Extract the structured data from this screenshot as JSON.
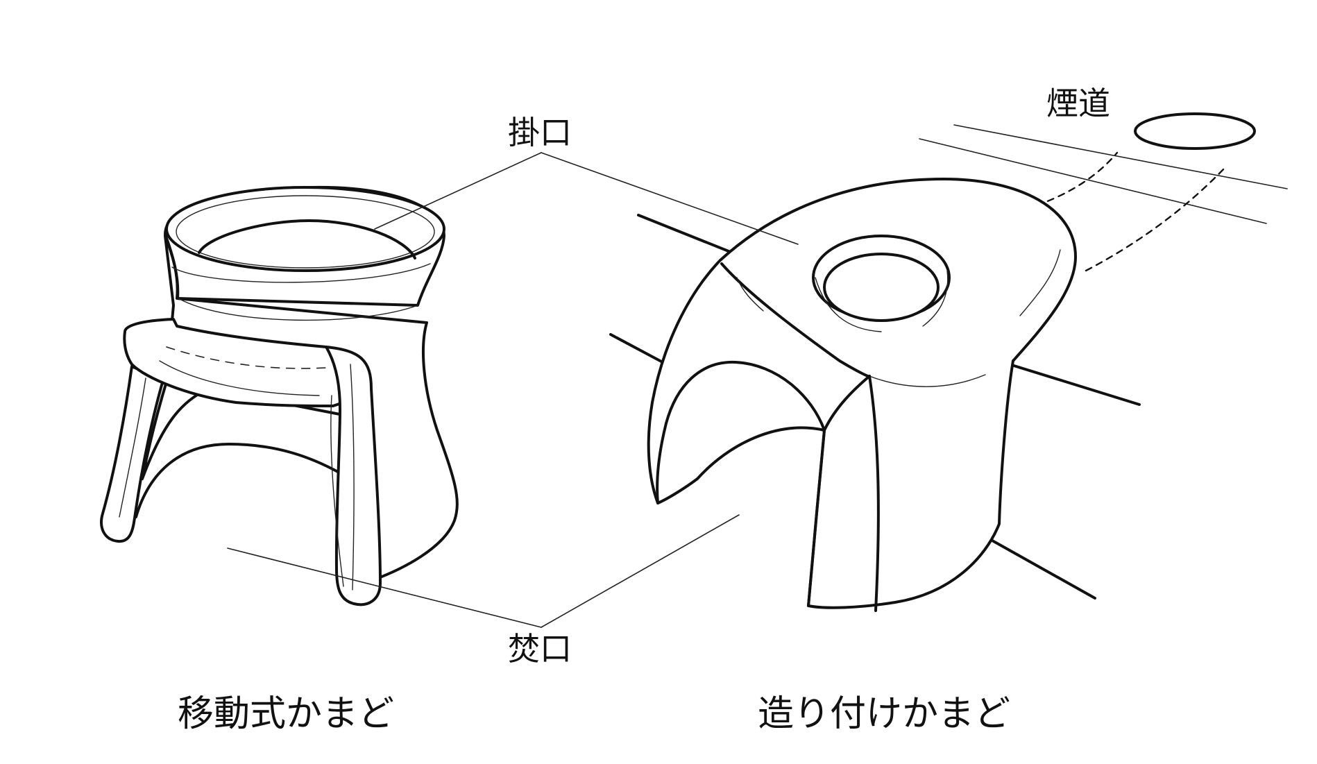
{
  "labels": {
    "kakeguchi": "掛口",
    "takiguchi": "焚口",
    "entou": "煙道",
    "portable_stove": "移動式かまど",
    "built_in_stove": "造り付けかまど"
  },
  "colors": {
    "ink": "#111111",
    "background": "#ffffff"
  }
}
